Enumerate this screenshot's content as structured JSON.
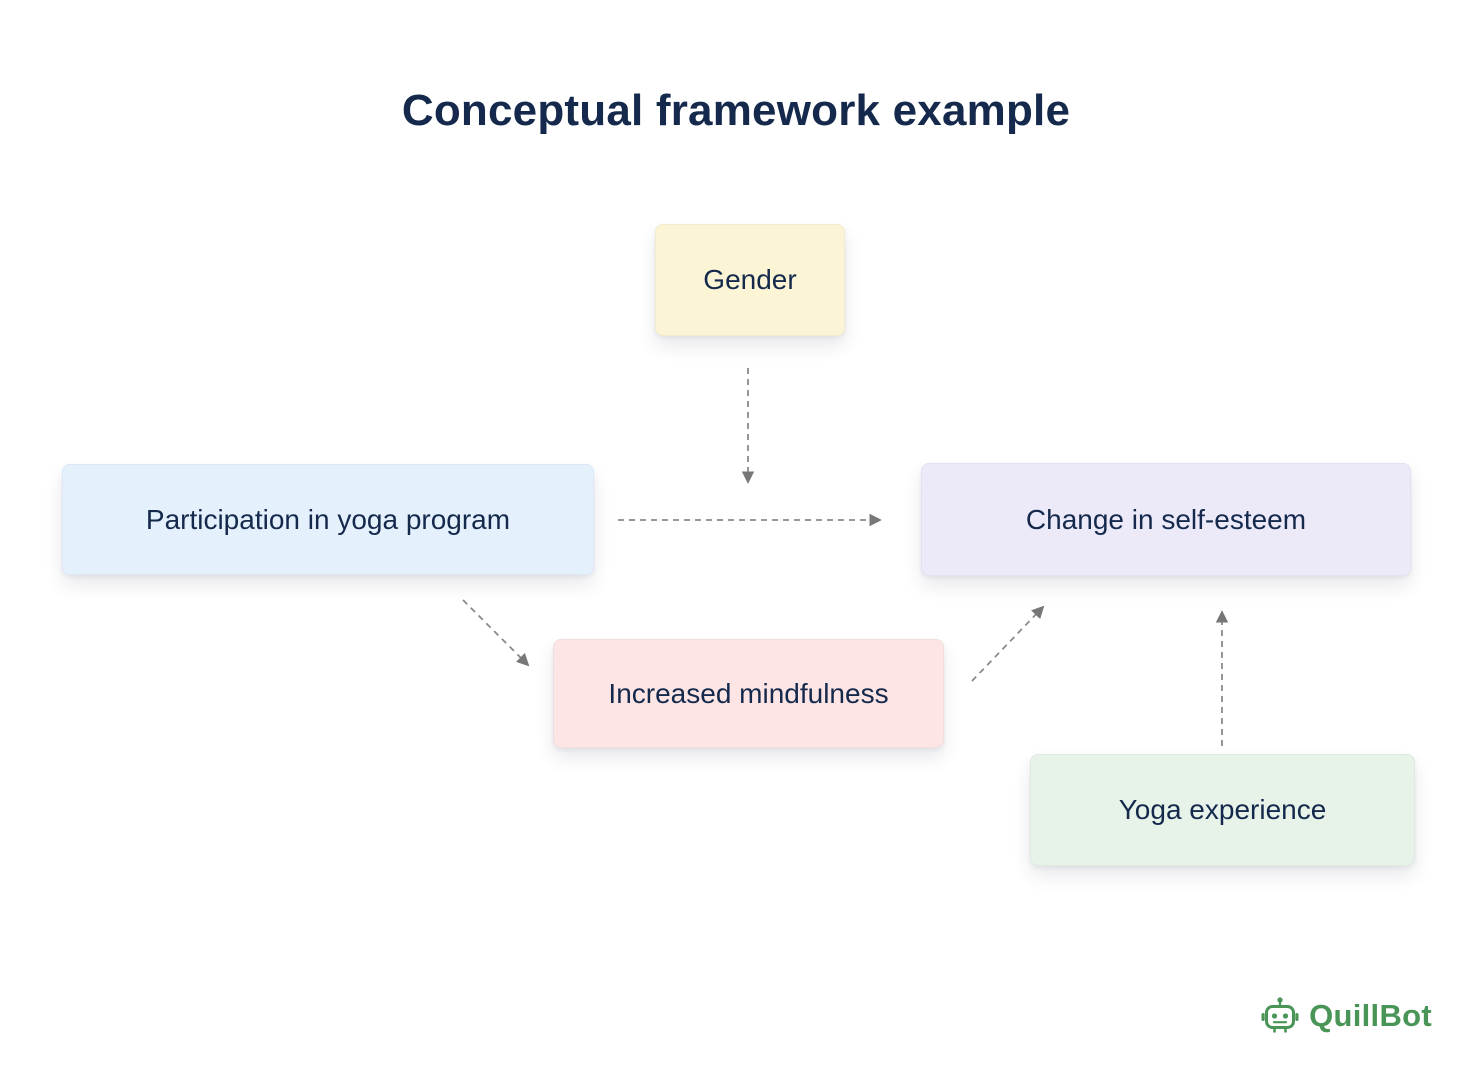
{
  "title": "Conceptual framework example",
  "nodes": {
    "gender": {
      "label": "Gender",
      "bg": "#FBF4D5"
    },
    "participation": {
      "label": "Participation in yoga program",
      "bg": "#E4F0FC"
    },
    "self_esteem": {
      "label": "Change in self-esteem",
      "bg": "#ECEAF9"
    },
    "mindfulness": {
      "label": "Increased mindfulness",
      "bg": "#FCE5E4"
    },
    "yoga_experience": {
      "label": "Yoga experience",
      "bg": "#E7F2E9"
    }
  },
  "arrows": [
    {
      "from": "gender",
      "to": "self_esteem",
      "style": "dashed"
    },
    {
      "from": "participation",
      "to": "self_esteem",
      "style": "dashed"
    },
    {
      "from": "participation",
      "to": "mindfulness",
      "style": "dashed"
    },
    {
      "from": "mindfulness",
      "to": "self_esteem",
      "style": "dashed"
    },
    {
      "from": "yoga_experience",
      "to": "self_esteem",
      "style": "dashed"
    }
  ],
  "branding": {
    "logo_text": "QuillBot",
    "brand_color": "#499557"
  },
  "colors": {
    "title_text": "#14294B",
    "node_text": "#14294B",
    "arrow": "#8A8A8A"
  }
}
